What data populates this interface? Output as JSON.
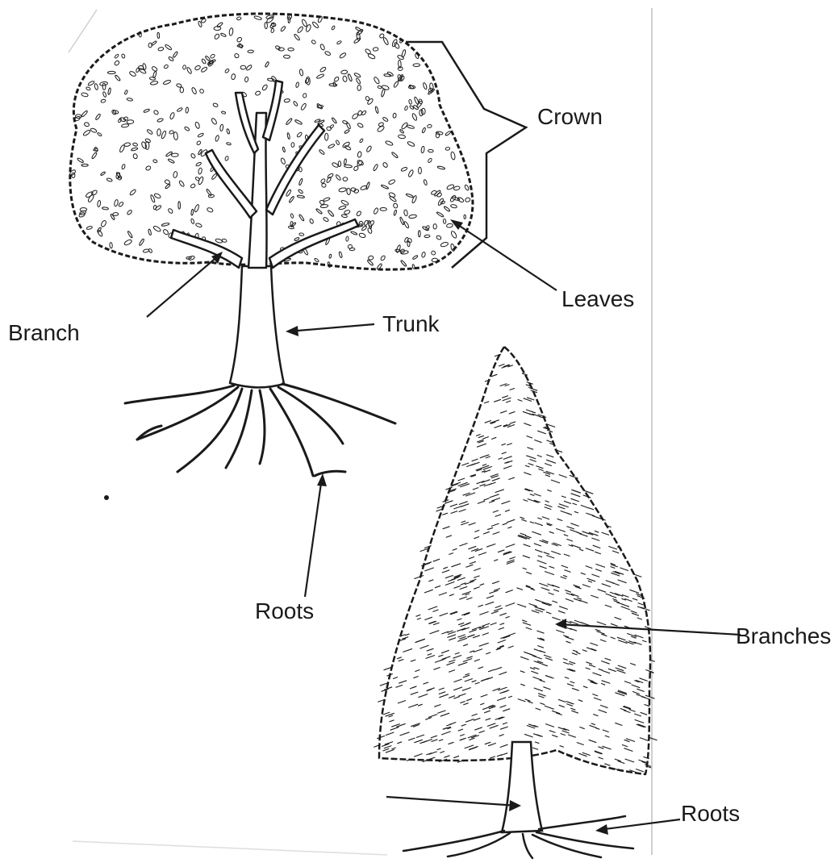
{
  "labels": {
    "crown": "Crown",
    "leaves": "Leaves",
    "branch": "Branch",
    "trunk": "Trunk",
    "roots_deciduous": "Roots",
    "branches": "Branches",
    "roots_conifer": "Roots"
  },
  "colors": {
    "ink": "#1a1a1a",
    "paper": "#ffffff"
  }
}
